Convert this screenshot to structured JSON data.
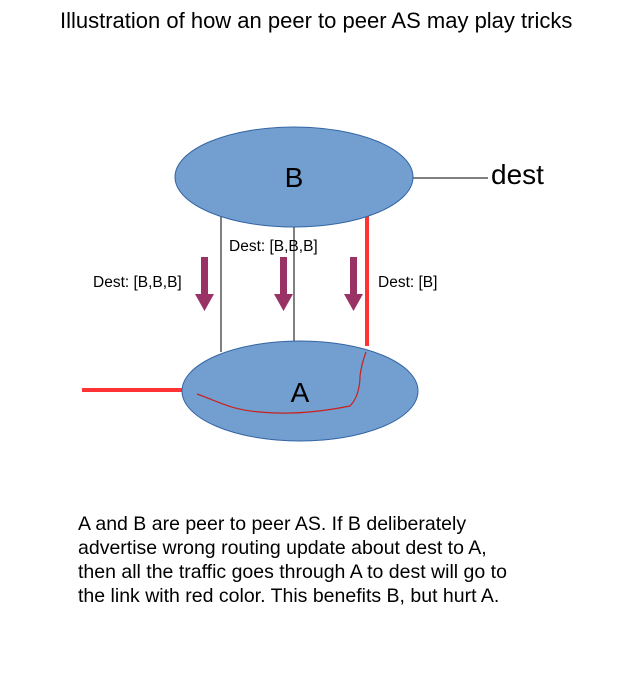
{
  "title": "Illustration of how an peer to peer AS may play tricks",
  "diagram": {
    "node_b_label": "B",
    "node_a_label": "A",
    "dest_label": "dest",
    "advert_left": "Dest: [B,B,B]",
    "advert_middle": "Dest: [B,B,B]",
    "advert_right": "Dest: [B]",
    "colors": {
      "ellipse_fill": "#729fcf",
      "ellipse_stroke": "#3465a4",
      "arrow": "#993366",
      "red_link": "#ff3333",
      "red_path": "#c9211e"
    }
  },
  "caption": "A and B are peer to peer AS. If B deliberately advertise wrong routing update about dest to A, then all the traffic goes through A to dest will go to the link with red color. This benefits B, but hurt A."
}
